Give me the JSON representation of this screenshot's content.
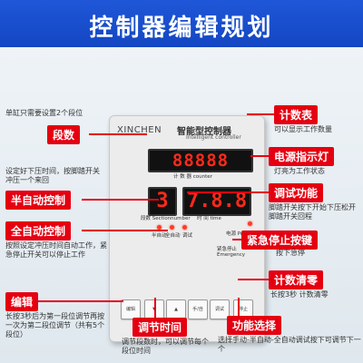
{
  "header": {
    "title": "控制器编辑规划"
  },
  "device": {
    "brand": "XINCHEN",
    "model": "智能型控制器",
    "model_sub": "Intelligent controller",
    "counter_display": "88888",
    "counter_caption": "计 数 器 counter",
    "segment_display": "3",
    "time_display": "7.8.8",
    "segment_caption": "段数 Sectionnumber",
    "time_caption": "时 间 time",
    "power_caption": "电源 Power",
    "mode_caption_semi": "半自动",
    "mode_caption_full": "全自动",
    "mode_caption_debug": "调试",
    "stop_caption": "紧急停止 Emergency",
    "keys": [
      "编辑",
      "▼",
      "▲",
      "手/自",
      "调试",
      "停止"
    ]
  },
  "annotations": {
    "note_segment_top": "单缸只需要设置2个段位",
    "segment": "段数",
    "note_semi": "设定好下压时间，按脚踏开关冲压一个来回",
    "semi": "半自动控制",
    "full": "全自动控制",
    "note_full": "按照设定冲压时间自动工作，紧急停止开关可以停止工作",
    "edit": "编辑",
    "note_edit": "长按3秒后为第一段位调节再按一次为第二段位调节（共有5个段位）",
    "time": "调节时间",
    "note_time": "调节段数时，可以调节每个段位时间",
    "counter": "计数表",
    "note_counter": "可以显示工作数量",
    "power": "电源指示灯",
    "note_power": "灯亮为工作状态",
    "debug": "调试功能",
    "note_debug": "脚踏开关按下开始下压松开脚踏开关回程",
    "estop": "紧急停止按键",
    "note_estop": "按下急停",
    "reset": "计数清零",
    "note_reset": "长按3秒 计数清零",
    "func": "功能选择",
    "note_func": "选择手动-半自动-全自动调试按下可调节下一个"
  }
}
